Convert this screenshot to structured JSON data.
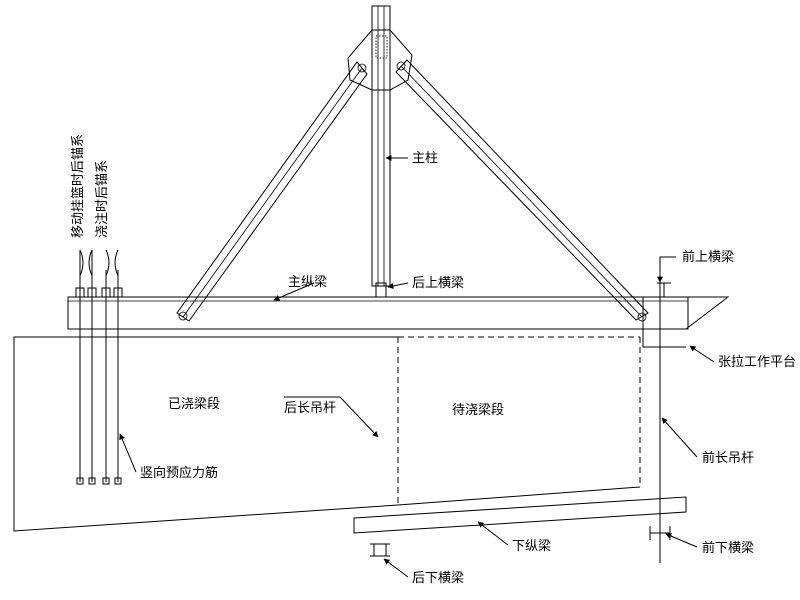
{
  "labels": {
    "main_column": "主柱",
    "main_longitudinal_beam": "主纵梁",
    "rear_upper_cross_beam": "后上横梁",
    "front_upper_cross_beam": "前上横梁",
    "tensioning_platform": "张拉工作平台",
    "front_long_hanger": "前长吊杆",
    "front_lower_cross_beam": "前下横梁",
    "lower_longitudinal_beam": "下纵梁",
    "rear_lower_cross_beam": "后下横梁",
    "cast_segment": "已浇梁段",
    "segment_to_cast": "待浇梁段",
    "rear_long_hanger": "后长吊杆",
    "vertical_prestress_bars": "竖向预应力筋",
    "anchor_moving": "移动挂篮时后锚系",
    "anchor_pouring": "浇注时后锚系"
  },
  "colors": {
    "line": "#000000",
    "background": "#ffffff"
  }
}
